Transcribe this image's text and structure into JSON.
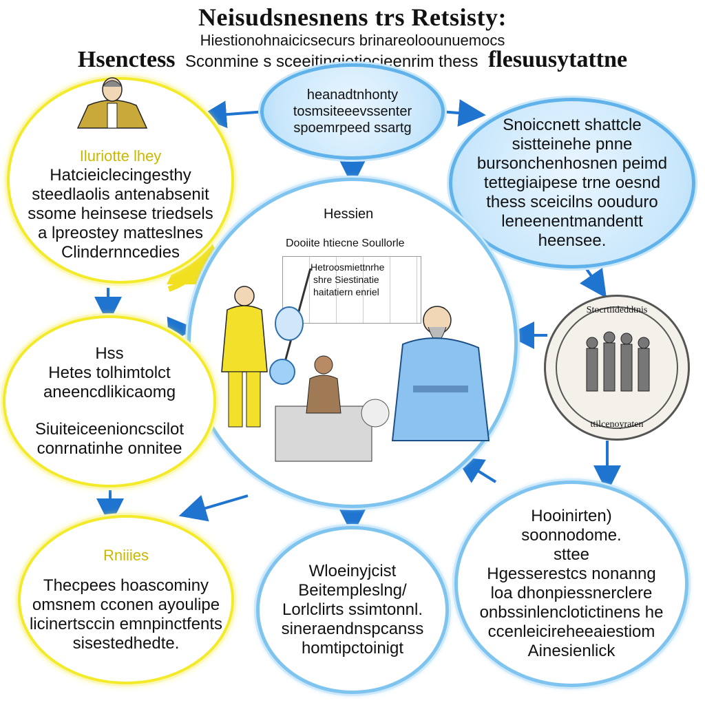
{
  "header": {
    "title": "Neisudsnesnens trs Retsisty:",
    "subtitle_1": "Hiestionohnaicicsecurs brinareoloounuemocs",
    "subtitle_2_left": "Hsenctess",
    "subtitle_2_mid": "Sconmine s sceeitingjetiocieenrim thess",
    "subtitle_2_right": "flesuusytattne"
  },
  "top_node": {
    "lines": [
      "heanadtnhonty",
      "tosmsiteeevssenter",
      "spoemrpeed ssartg"
    ]
  },
  "top_left_node": {
    "label_yellow": "Iluriotte lhey",
    "lines": [
      "Hatcieiclecingesthy",
      "steedlaolis antenabsenit",
      "ssome heinsese triedsels",
      "a lpreostey matteslnes",
      "Clindernncedies"
    ]
  },
  "top_right_node": {
    "lines": [
      "Snoiccnett shattcle",
      "sistteinehe  pnne",
      "bursonchenhosnen peimd",
      "tettegiaipese  trne  oesnd",
      "thess sceicilns oouduro",
      "leneenentmandentt",
      "heensee."
    ]
  },
  "center_node": {
    "label_top": "Hessien",
    "label_2": "Dooiite htiecne Soullorle",
    "board_lines": [
      "Hetroosmiettnrhe",
      "shre  Siestinatie",
      "haitatiern enriel"
    ]
  },
  "left_mid_node": {
    "lines_a": [
      "Hss",
      "Hetes tolhimtolct",
      "aneencdlikicaomg"
    ],
    "lines_b": [
      "Siuiteiceenioncscilot",
      "conrnatinhe onnitee"
    ]
  },
  "coin_node": {
    "ring_top": "Stocrtiideddtnis",
    "ring_bottom": "ttilcenoyraten"
  },
  "bottom_left_node": {
    "label_yellow": "Rniiies",
    "lines": [
      "Thecpees hoascominy",
      "omsnem cconen ayoulipe",
      "licinertsccin emnpinctfents",
      "sisestedhedte."
    ]
  },
  "bottom_mid_node": {
    "lines": [
      "Wloeinyjcist",
      "Beitempleslng/",
      "Lorlclirts ssimtonnl.",
      "sineraendnspcanss",
      "homtipctoinigt"
    ]
  },
  "bottom_right_node": {
    "lines": [
      "Hooinirten)",
      "soonnodome.",
      "sttee",
      "Hgesserestcs nonanng",
      "loa dhonpiessnerclere",
      "onbssinlenclotictinens he",
      "ccenleicireheeaiestiom",
      "Ainesienlick"
    ]
  },
  "colors": {
    "yellow_ring": "#f3ea2a",
    "blue_ring": "#7fc4ef",
    "arrow_blue": "#1f74cf",
    "arrow_yellow": "#f0e020",
    "figure_yellow": "#f2e02a",
    "figure_blue": "#8cc2ef"
  },
  "icons": [
    "portrait-figure-icon",
    "scientist-yellow-figure-icon",
    "sage-blue-figure-icon",
    "worker-figure-icon",
    "coin-medallion-icon"
  ]
}
